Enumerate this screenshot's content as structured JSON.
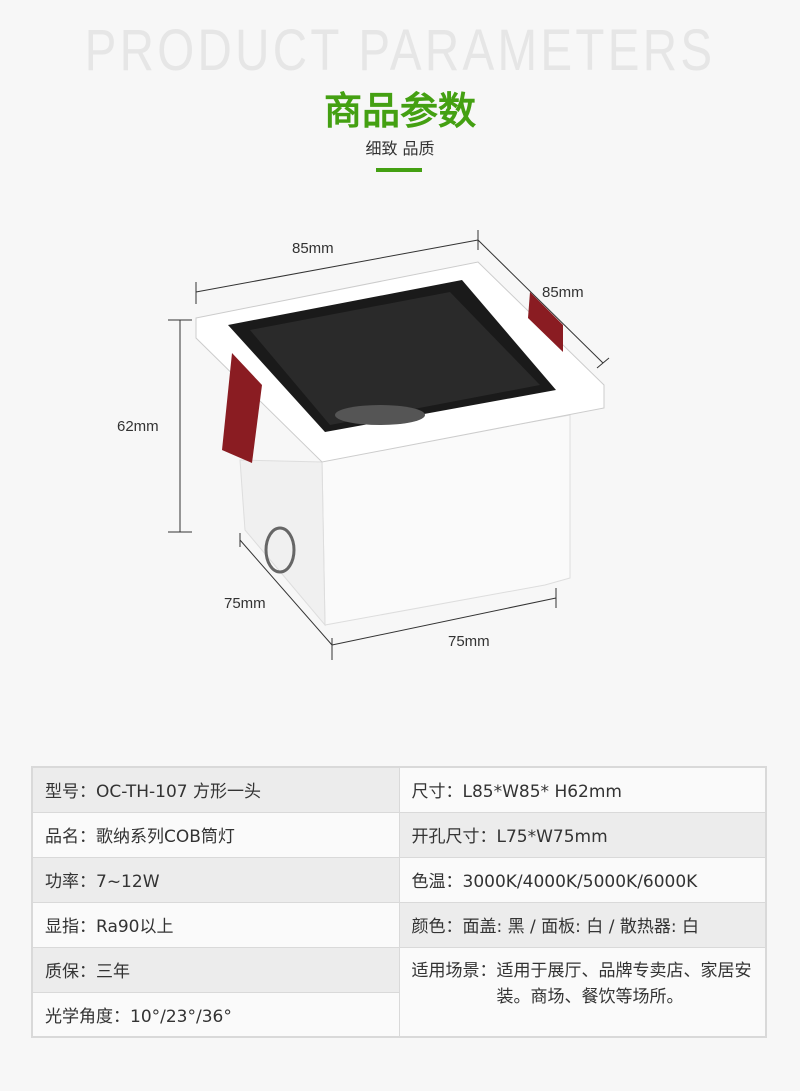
{
  "header": {
    "bg_text": "PRODUCT PARAMETERS",
    "title": "商品参数",
    "subtitle": "细致 品质",
    "accent": "#44a012"
  },
  "dimensions": {
    "top_width": "85mm",
    "top_depth": "85mm",
    "height": "62mm",
    "bottom_depth": "75mm",
    "bottom_width": "75mm"
  },
  "specs": {
    "model": "型号：OC-TH-107 方形一头",
    "size": "尺寸：L85*W85* H62mm",
    "name": "品名：歌纳系列COB筒灯",
    "cutout": "开孔尺寸：L75*W75mm",
    "power": "功率：7~12W",
    "cct": "色温：3000K/4000K/5000K/6000K",
    "cri": "显指：Ra90以上",
    "color": "颜色：面盖: 黑 / 面板: 白 / 散热器: 白",
    "warranty": "质保：三年",
    "scene_label": "适用场景：",
    "scene_value": "适用于展厅、品牌专卖店、家居安装。商场、餐饮等场所。",
    "angle": "光学角度：10°/23°/36°"
  }
}
